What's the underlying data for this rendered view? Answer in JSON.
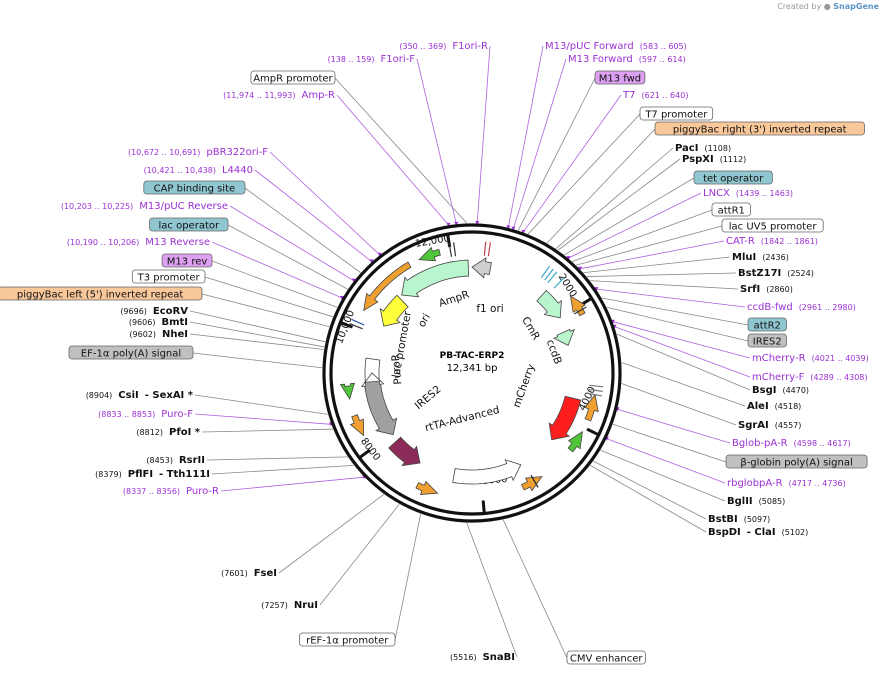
{
  "credit": {
    "prefix": "Created by",
    "brand": "SnapGene"
  },
  "plasmid": {
    "name": "PB-TAC-ERP2",
    "size": "12,341 bp"
  },
  "ruler": [
    {
      "text": "12,000"
    },
    {
      "text": "2000"
    },
    {
      "text": "4000"
    },
    {
      "text": "6000"
    },
    {
      "text": "8000"
    },
    {
      "text": "10,000"
    }
  ],
  "features": [
    {
      "name": "AmpR",
      "color": "#b9f5cd"
    },
    {
      "name": "ori",
      "color": "#ffff3c"
    },
    {
      "name": "f1 ori",
      "color": "#cfcfcf"
    },
    {
      "name": "CmR",
      "color": "#b9f5cd"
    },
    {
      "name": "ccdB",
      "color": "#b9f5cd"
    },
    {
      "name": "mCherry",
      "color": "#ff1e1e"
    },
    {
      "name": "rtTA-Advanced",
      "color": "#ffffff"
    },
    {
      "name": "IRES2",
      "color": "#8c2a5a"
    },
    {
      "name": "PuroR",
      "color": "#a0a0a0"
    },
    {
      "name": "lac promoter",
      "color": "#ffffff"
    }
  ],
  "labels": [
    {
      "name": "F1ori-R",
      "range": "(350 .. 369)",
      "kind": "primer"
    },
    {
      "name": "F1ori-F",
      "range": "(138 .. 159)",
      "kind": "primer"
    },
    {
      "name": "AmpR promoter",
      "kind": "box",
      "color": "#ffffff"
    },
    {
      "name": "Amp-R",
      "range": "(11,974 .. 11,993)",
      "kind": "primer"
    },
    {
      "name": "pBR322ori-F",
      "range": "(10,672 .. 10,691)",
      "kind": "primer"
    },
    {
      "name": "L4440",
      "range": "(10,421 .. 10,438)",
      "kind": "primer"
    },
    {
      "name": "CAP binding site",
      "kind": "box",
      "color": "#8fc6d0"
    },
    {
      "name": "M13/pUC Reverse",
      "range": "(10,203 .. 10,225)",
      "kind": "primer"
    },
    {
      "name": "lac operator",
      "kind": "box",
      "color": "#8fc6d0"
    },
    {
      "name": "M13 Reverse",
      "range": "(10,190 .. 10,206)",
      "kind": "primer"
    },
    {
      "name": "M13 rev",
      "kind": "box",
      "color": "#dda0f0"
    },
    {
      "name": "T3 promoter",
      "kind": "box",
      "color": "#ffffff"
    },
    {
      "name": "piggyBac left (5') inverted repeat",
      "kind": "box",
      "color": "#f8c79a"
    },
    {
      "name": "EcoRV",
      "pos": "(9696)",
      "kind": "site"
    },
    {
      "name": "BmtI",
      "pos": "(9606)",
      "kind": "site"
    },
    {
      "name": "NheI",
      "pos": "(9602)",
      "kind": "site"
    },
    {
      "name": "EF-1α poly(A) signal",
      "kind": "box",
      "color": "#c0c0c0"
    },
    {
      "name": "CsiI",
      "pos": "(8904)",
      "extra": "- SexAI *",
      "kind": "site"
    },
    {
      "name": "Puro-F",
      "range": "(8833 .. 8853)",
      "kind": "primer"
    },
    {
      "name": "PfoI *",
      "pos": "(8812)",
      "kind": "site"
    },
    {
      "name": "RsrII",
      "pos": "(8453)",
      "kind": "site"
    },
    {
      "name": "PflFI",
      "pos": "(8379)",
      "extra": "- Tth111I",
      "kind": "site"
    },
    {
      "name": "Puro-R",
      "range": "(8337 .. 8356)",
      "kind": "primer"
    },
    {
      "name": "FseI",
      "pos": "(7601)",
      "kind": "site"
    },
    {
      "name": "NruI",
      "pos": "(7257)",
      "kind": "site"
    },
    {
      "name": "rEF-1α promoter",
      "kind": "box",
      "color": "#ffffff"
    },
    {
      "name": "SnaBI",
      "pos": "(5516)",
      "kind": "site"
    },
    {
      "name": "CMV enhancer",
      "kind": "box",
      "color": "#ffffff"
    },
    {
      "name": "M13/pUC Forward",
      "range": "(583 .. 605)",
      "kind": "primer"
    },
    {
      "name": "M13 Forward",
      "range": "(597 .. 614)",
      "kind": "primer"
    },
    {
      "name": "M13 fwd",
      "kind": "box",
      "color": "#dda0f0"
    },
    {
      "name": "T7",
      "range": "(621 .. 640)",
      "kind": "primer"
    },
    {
      "name": "T7 promoter",
      "kind": "box",
      "color": "#ffffff"
    },
    {
      "name": "piggyBac right (3') inverted repeat",
      "kind": "box",
      "color": "#f8c79a"
    },
    {
      "name": "PacI",
      "pos": "(1108)",
      "kind": "site"
    },
    {
      "name": "PspXI",
      "pos": "(1112)",
      "kind": "site"
    },
    {
      "name": "tet operator",
      "kind": "box",
      "color": "#8fc6d0"
    },
    {
      "name": "LNCX",
      "range": "(1439 .. 1463)",
      "kind": "primer"
    },
    {
      "name": "attR1",
      "kind": "box",
      "color": "#ffffff"
    },
    {
      "name": "lac UV5 promoter",
      "kind": "box",
      "color": "#ffffff"
    },
    {
      "name": "CAT-R",
      "range": "(1842 .. 1861)",
      "kind": "primer"
    },
    {
      "name": "MluI",
      "pos": "(2436)",
      "kind": "site"
    },
    {
      "name": "BstZ17I",
      "pos": "(2524)",
      "kind": "site"
    },
    {
      "name": "SrfI",
      "pos": "(2860)",
      "kind": "site"
    },
    {
      "name": "ccdB-fwd",
      "range": "(2961 .. 2980)",
      "kind": "primer"
    },
    {
      "name": "attR2",
      "kind": "box",
      "color": "#8fc6d0"
    },
    {
      "name": "IRES2",
      "kind": "box",
      "color": "#c0c0c0"
    },
    {
      "name": "mCherry-R",
      "range": "(4021 .. 4039)",
      "kind": "primer"
    },
    {
      "name": "mCherry-F",
      "range": "(4289 .. 4308)",
      "kind": "primer"
    },
    {
      "name": "BsgI",
      "pos": "(4470)",
      "kind": "site"
    },
    {
      "name": "AleI",
      "pos": "(4518)",
      "kind": "site"
    },
    {
      "name": "SgrAI",
      "pos": "(4557)",
      "kind": "site"
    },
    {
      "name": "Bglob-pA-R",
      "range": "(4598 .. 4617)",
      "kind": "primer"
    },
    {
      "name": "β-globin poly(A) signal",
      "kind": "box",
      "color": "#c0c0c0"
    },
    {
      "name": "rbglobpA-R",
      "range": "(4717 .. 4736)",
      "kind": "primer"
    },
    {
      "name": "BglII",
      "pos": "(5085)",
      "kind": "site"
    },
    {
      "name": "BstBI",
      "pos": "(5097)",
      "kind": "site"
    },
    {
      "name": "BspDI",
      "pos": "(5102)",
      "extra": "- ClaI",
      "kind": "site"
    }
  ]
}
